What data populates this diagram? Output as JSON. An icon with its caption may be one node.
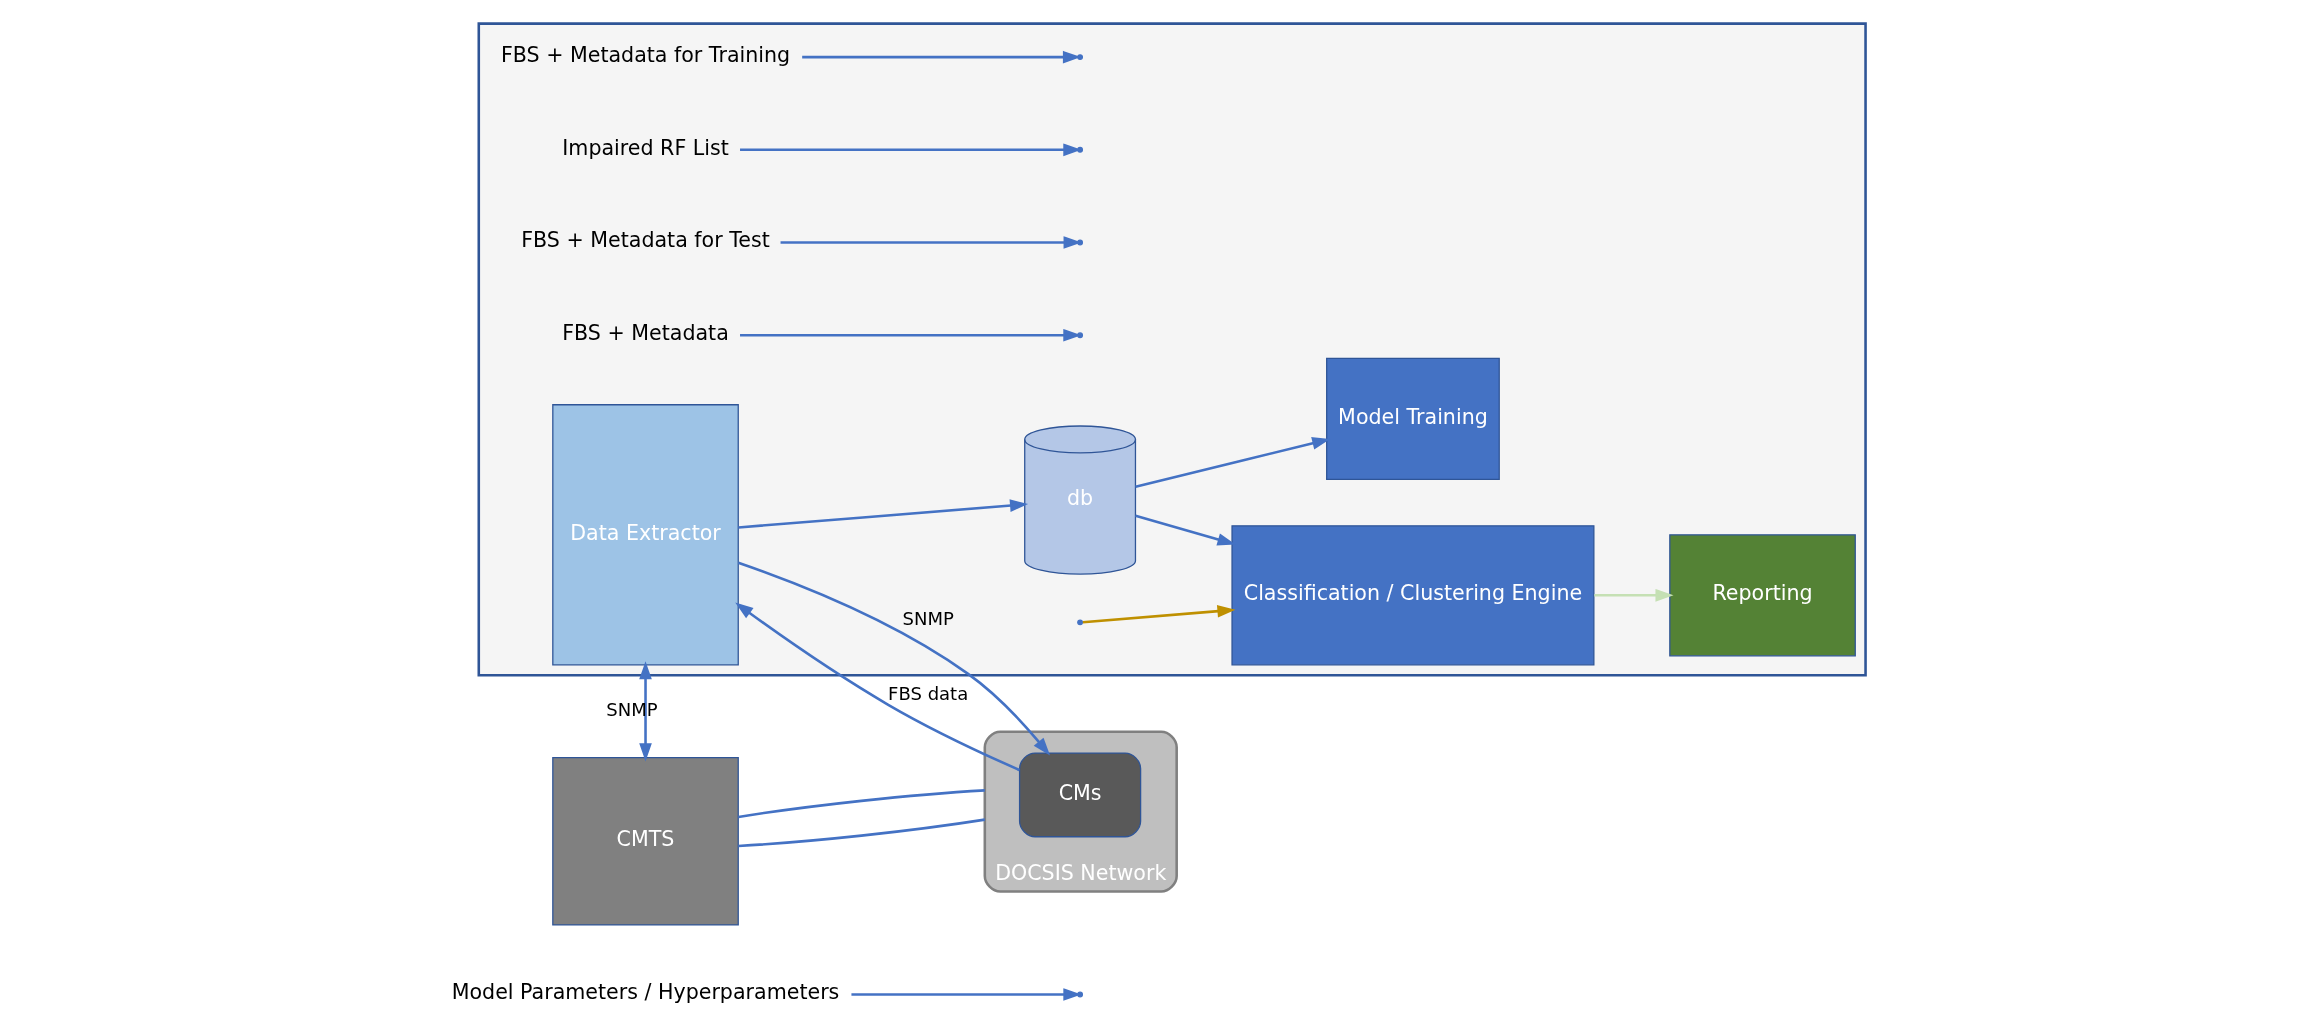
{
  "diagram": {
    "nodes": [
      {
        "text": [
          "Model Parameters / Hyperparameters"
        ]
      },
      {
        "text": [],
        "shape": "box"
      },
      {
        "text": [
          "Reporting"
        ],
        "in": 1
      },
      {
        "text": [
          "Model Training"
        ],
        "in": 1
      },
      {
        "text": [
          "FBS + Metadata for Training"
        ],
        "in": 1
      },
      {
        "text": [
          "Impaired RF List"
        ],
        "in": 1
      },
      {
        "text": [
          "Classification / Clustering Engine"
        ],
        "in": 1
      },
      {
        "text": [
          "db"
        ],
        "in": 1
      },
      {
        "text": [
          "Data Extractor"
        ],
        "in": 1
      },
      {
        "text": [
          "FBS + Metadata for Test"
        ],
        "in": 1
      },
      {
        "text": [
          "FBS + Metadata"
        ],
        "in": 1
      },
      {
        "text": [
          "CMTS"
        ]
      },
      {
        "text": [
          "DOCSIS Network"
        ]
      },
      {
        "text": [
          "CMs"
        ],
        "in": 12
      }
    ],
    "edges": [
      {
        "from": 6,
        "to": 2,
        "arrow": "to",
        "color": "#c5e0b4"
      },
      {
        "from": null,
        "to": 6,
        "arrow": "to",
        "color": "#bf9000"
      },
      {
        "from": 7,
        "to": 3,
        "arrow": "to"
      },
      {
        "from": 7,
        "to": 6,
        "arrow": "to"
      },
      {
        "from": 8,
        "to": 7,
        "arrow": "to"
      },
      {
        "from": 8,
        "to": 13,
        "arrow": "to",
        "label": "SNMP"
      },
      {
        "from": 13,
        "to": 8,
        "arrow": "to",
        "label": "FBS data"
      },
      {
        "from": 8,
        "to": 11,
        "arrow": "both",
        "label": "SNMP"
      },
      {
        "from": 11,
        "to": 12,
        "arrow": "none"
      },
      {
        "from": 11,
        "to": 12,
        "arrow": "none"
      },
      {
        "from": 0,
        "to": null,
        "arrow": "to"
      },
      {
        "from": 4,
        "to": null,
        "arrow": "to"
      },
      {
        "from": 5,
        "to": null,
        "arrow": "to"
      },
      {
        "from": 9,
        "to": null,
        "arrow": "to"
      },
      {
        "from": 10,
        "to": null,
        "arrow": "to"
      }
    ]
  }
}
